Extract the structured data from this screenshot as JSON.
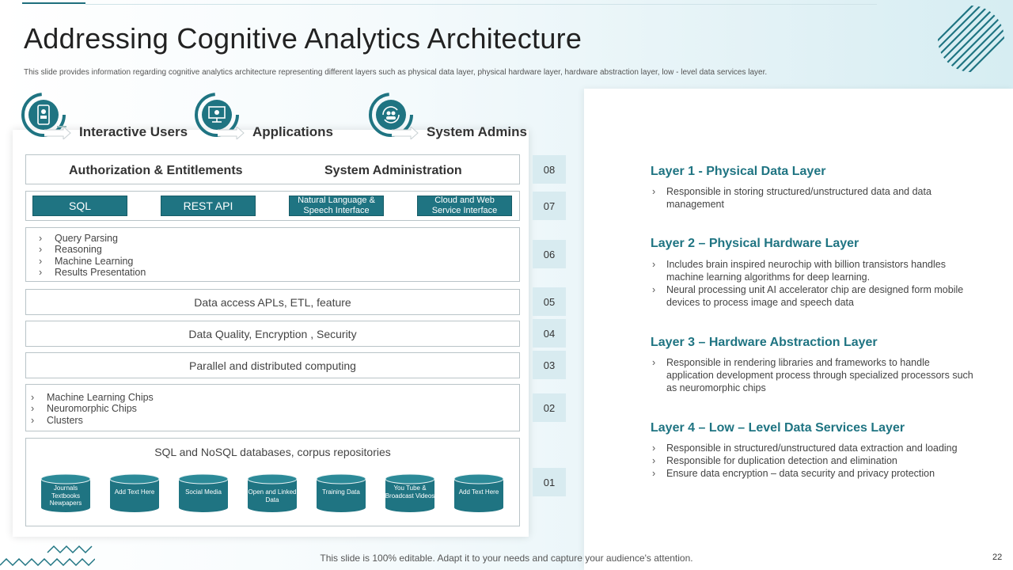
{
  "slide": {
    "title": "Addressing Cognitive Analytics Architecture",
    "subtitle": "This slide provides information regarding cognitive analytics architecture representing different layers such as physical data layer, physical hardware layer, hardware abstraction layer, low - level data services layer.",
    "footer": "This slide is 100% editable. Adapt it to your needs and capture your audience's attention.",
    "page_number": "22"
  },
  "headers": [
    {
      "label": "Interactive Users",
      "icon": "mobile-user-icon"
    },
    {
      "label": "Applications",
      "icon": "monitor-gear-icon"
    },
    {
      "label": "System Admins",
      "icon": "admin-cycle-icon"
    }
  ],
  "architecture": {
    "auth": "Authorization & Entitlements",
    "sysadmin": "System Administration",
    "interfaces": [
      "SQL",
      "REST API",
      "Natural Language & Speech Interface",
      "Cloud and Web Service Interface"
    ],
    "reasoning_items": [
      "Query Parsing",
      "Reasoning",
      "Machine Learning",
      "Results Presentation"
    ],
    "data_access": "Data access APLs, ETL, feature",
    "data_quality": "Data Quality, Encryption , Security",
    "parallel": "Parallel and distributed computing",
    "chips": [
      "Machine Learning Chips",
      "Neuromorphic Chips",
      "Clusters"
    ],
    "databases_title": "SQL and NoSQL databases, corpus repositories",
    "databases": [
      "Journals Textbooks Newpapers",
      "Add Text Here",
      "Social Media",
      "Open and Linked Data",
      "Training Data",
      "You Tube & Broadcast Videos",
      "Add Text Here"
    ]
  },
  "numbers": [
    "08",
    "07",
    "06",
    "05",
    "04",
    "03",
    "02",
    "01"
  ],
  "layers": [
    {
      "title": "Layer 1 -  Physical Data Layer",
      "points": [
        "Responsible in storing structured/unstructured data and data management"
      ]
    },
    {
      "title": "Layer 2 – Physical Hardware Layer",
      "points": [
        "Includes brain inspired neurochip with billion transistors handles machine learning algorithms for deep learning.",
        "Neural processing unit AI accelerator chip are designed form mobile devices to process image and speech data"
      ]
    },
    {
      "title": "Layer 3 – Hardware Abstraction Layer",
      "points": [
        "Responsible in rendering libraries and frameworks to handle application development process through specialized processors such as neuromorphic chips"
      ]
    },
    {
      "title": "Layer 4 – Low – Level Data Services Layer",
      "points": [
        "Responsible in structured/unstructured data extraction and loading",
        "Responsible for duplication detection and elimination",
        "Ensure data encryption – data security and privacy protection"
      ]
    }
  ],
  "colors": {
    "accent": "#1f7482",
    "number_bg": "#d8ebf0",
    "border": "#b9c4c8"
  }
}
